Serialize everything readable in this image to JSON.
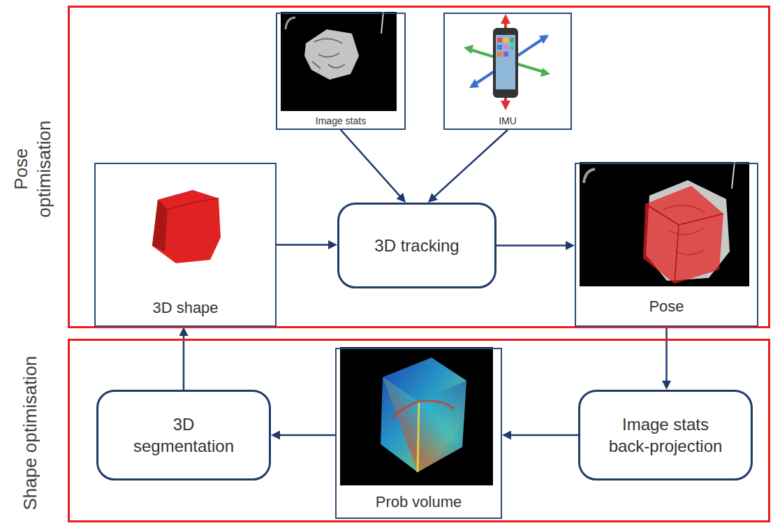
{
  "diagram": {
    "nodes": [
      {
        "text": [
          "Pose optimisation"
        ]
      },
      {
        "text": [
          "Image stats"
        ],
        "in": 0
      },
      {
        "text": [
          "IMU"
        ],
        "in": 0
      },
      {
        "text": [
          "3D shape"
        ],
        "in": 0
      },
      {
        "text": [
          "3D tracking"
        ],
        "in": 0
      },
      {
        "text": [
          "Pose"
        ],
        "in": 0
      },
      {
        "text": [
          "Shape optimisation"
        ]
      },
      {
        "text": [
          "3D segmentation"
        ],
        "in": 6
      },
      {
        "text": [
          "Prob volume"
        ],
        "in": 6
      },
      {
        "text": [
          "Image stats back-projection"
        ],
        "in": 6
      }
    ],
    "edges": [
      {
        "from": 1,
        "to": 4,
        "arrow": "to"
      },
      {
        "from": 2,
        "to": 4,
        "arrow": "to"
      },
      {
        "from": 3,
        "to": 4,
        "arrow": "to"
      },
      {
        "from": 4,
        "to": 5,
        "arrow": "to"
      },
      {
        "from": 5,
        "to": 9,
        "arrow": "to"
      },
      {
        "from": 9,
        "to": 8,
        "arrow": "to"
      },
      {
        "from": 8,
        "to": 7,
        "arrow": "to"
      },
      {
        "from": 7,
        "to": 3,
        "arrow": "to"
      }
    ]
  }
}
